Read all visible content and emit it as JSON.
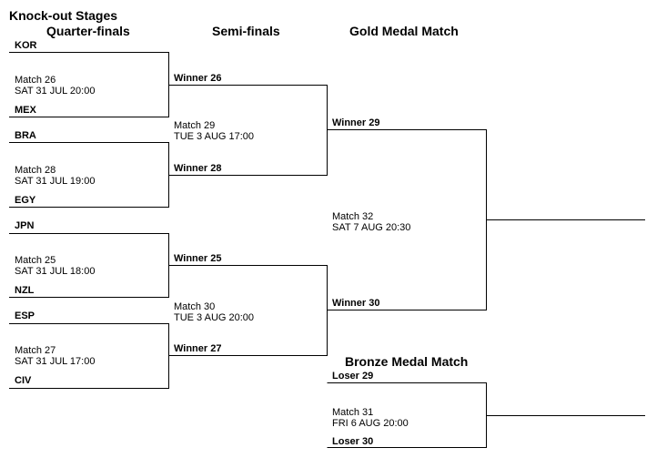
{
  "title": "Knock-out Stages",
  "headers": {
    "quarter_finals": "Quarter-finals",
    "semi_finals": "Semi-finals",
    "gold": "Gold Medal Match",
    "bronze": "Bronze Medal Match"
  },
  "quarter_finals": [
    {
      "team_top": "KOR",
      "team_bottom": "MEX",
      "match": "Match 26",
      "datetime": "SAT 31 JUL 20:00"
    },
    {
      "team_top": "BRA",
      "team_bottom": "EGY",
      "match": "Match 28",
      "datetime": "SAT 31 JUL 19:00"
    },
    {
      "team_top": "JPN",
      "team_bottom": "NZL",
      "match": "Match 25",
      "datetime": "SAT 31 JUL 18:00"
    },
    {
      "team_top": "ESP",
      "team_bottom": "CIV",
      "match": "Match 27",
      "datetime": "SAT 31 JUL 17:00"
    }
  ],
  "semi_finals": [
    {
      "slot_top": "Winner 26",
      "slot_bottom": "Winner 28",
      "match": "Match 29",
      "datetime": "TUE 3 AUG 17:00"
    },
    {
      "slot_top": "Winner 25",
      "slot_bottom": "Winner 27",
      "match": "Match 30",
      "datetime": "TUE 3 AUG 20:00"
    }
  ],
  "gold_match": {
    "slot_top": "Winner 29",
    "slot_bottom": "Winner 30",
    "match": "Match 32",
    "datetime": "SAT 7 AUG 20:30"
  },
  "bronze_match": {
    "slot_top": "Loser 29",
    "slot_bottom": "Loser 30",
    "match": "Match 31",
    "datetime": "FRI 6 AUG 20:00"
  }
}
